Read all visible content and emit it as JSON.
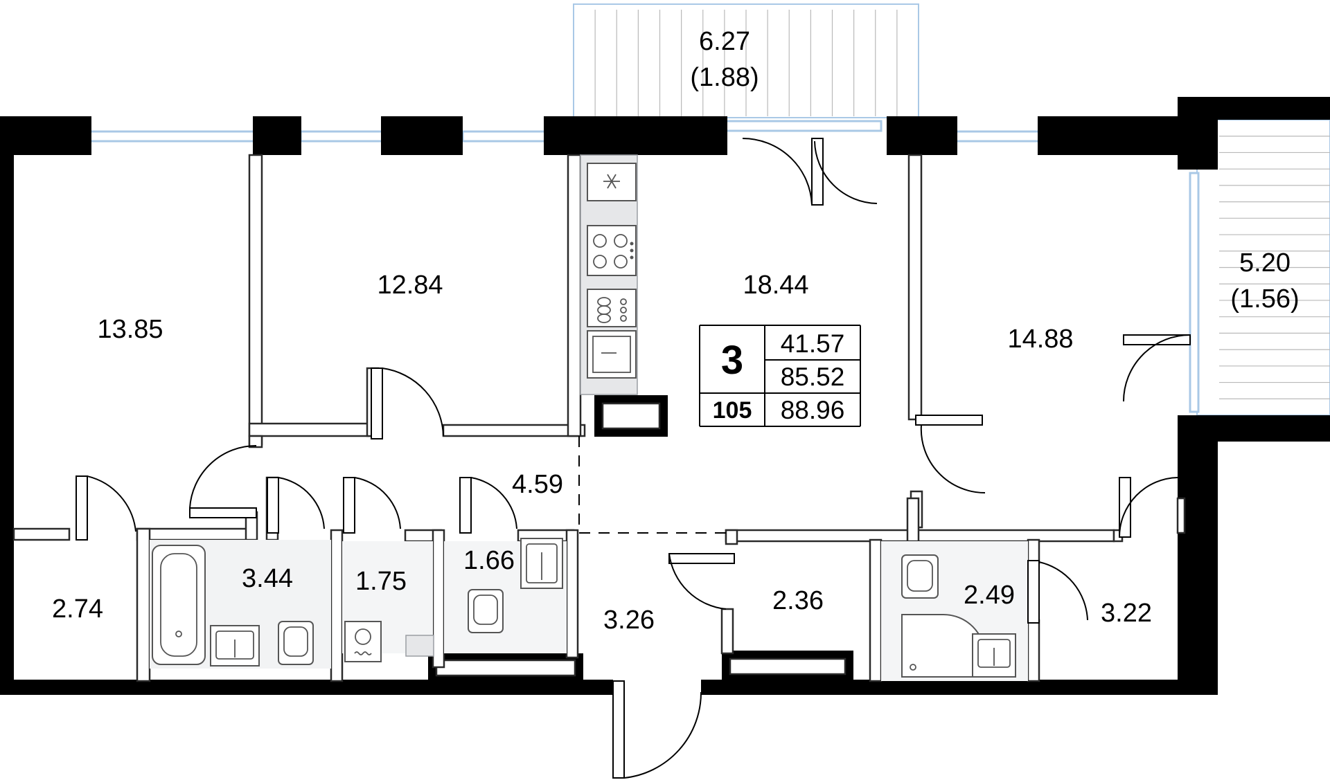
{
  "summary": {
    "rooms": "3",
    "apartment_number": "105",
    "living_area": "41.57",
    "total_area": "85.52",
    "total_area_with_balconies": "88.96"
  },
  "rooms": {
    "balcony_top": "6.27",
    "balcony_top_reduced": "(1.88)",
    "balcony_right": "5.20",
    "balcony_right_reduced": "(1.56)",
    "bedroom_left": "13.85",
    "bedroom_middle": "12.84",
    "kitchen_living": "18.44",
    "bedroom_right": "14.88",
    "corridor": "4.59",
    "closet_left": "2.74",
    "bathroom": "3.44",
    "laundry": "1.75",
    "wc": "1.66",
    "hall": "3.26",
    "storage": "2.36",
    "shower_room": "2.49",
    "closet_right": "3.22"
  },
  "icons": [
    "snowflake-icon",
    "cooktop-icon",
    "sink-icon",
    "washing-machine-icon",
    "bathtub-icon",
    "toilet-icon",
    "shower-icon"
  ]
}
